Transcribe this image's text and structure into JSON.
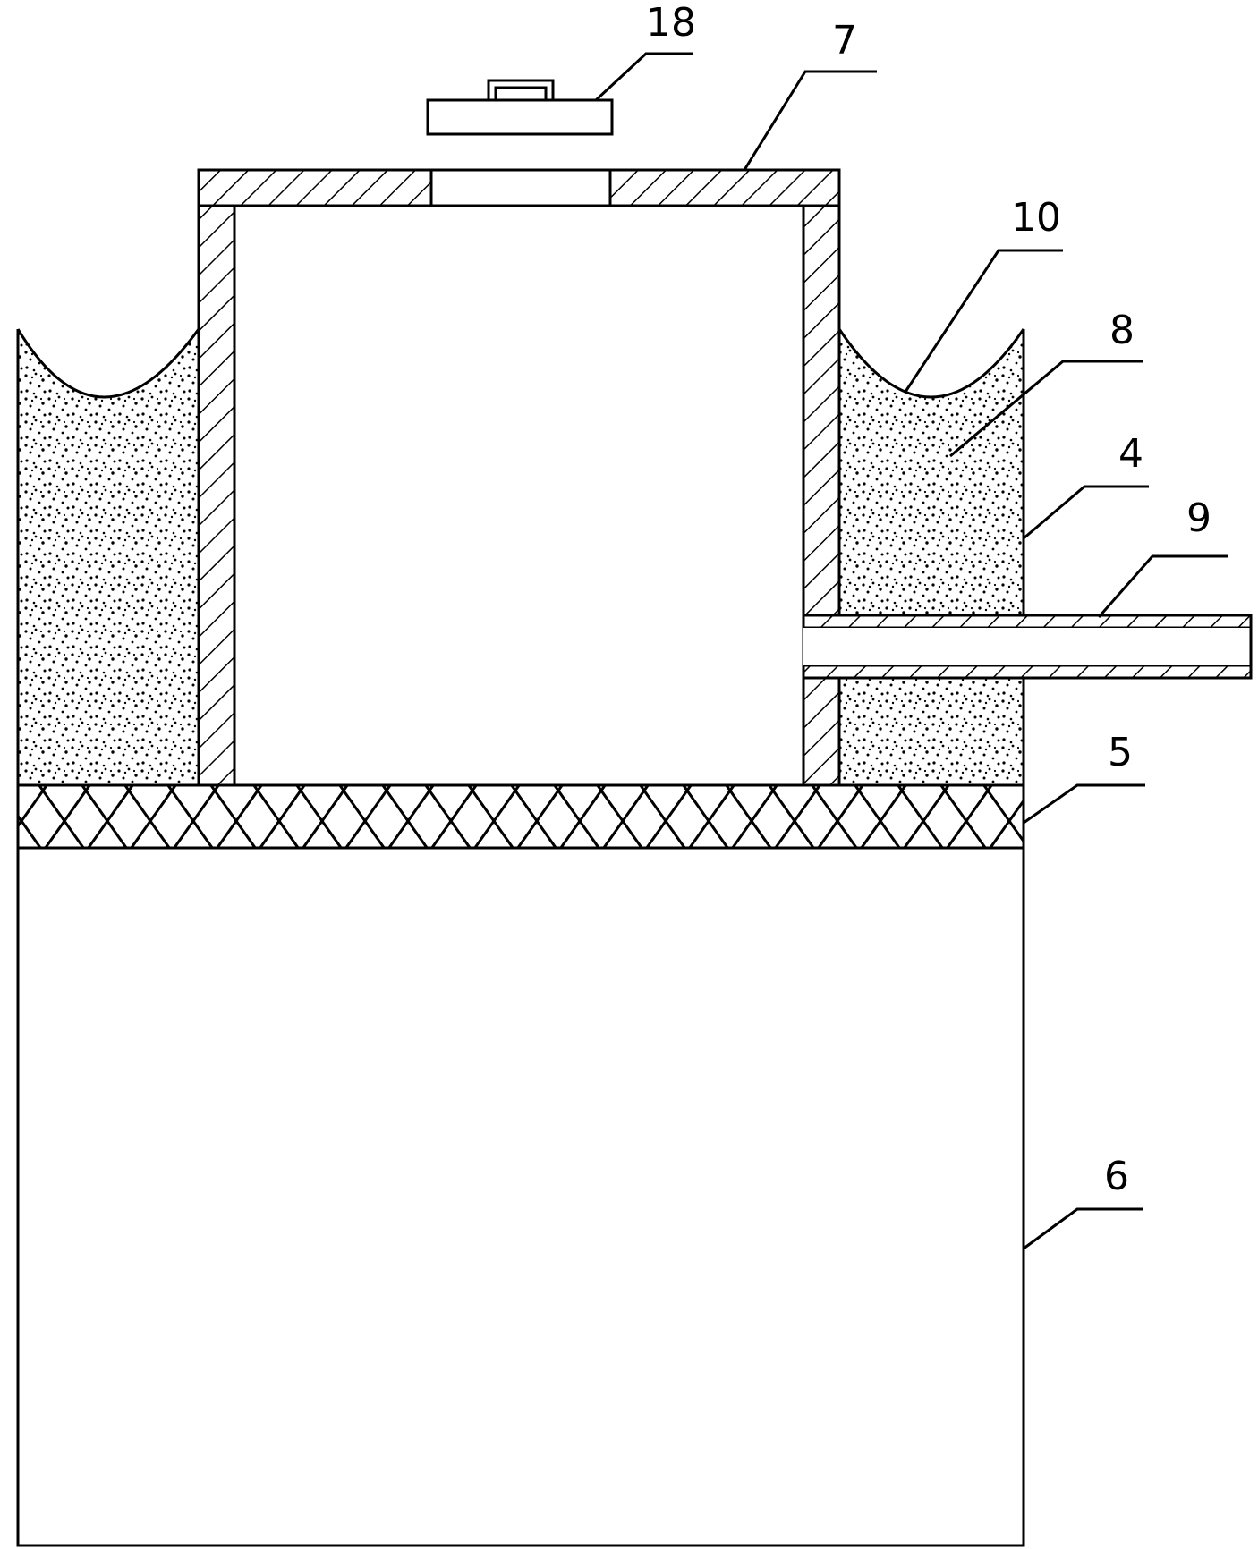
{
  "labels": {
    "l18": "18",
    "l7": "7",
    "l10": "10",
    "l8": "8",
    "l4": "4",
    "l9": "9",
    "l5": "5",
    "l6": "6"
  },
  "colors": {
    "line": "#000000",
    "background": "#ffffff"
  }
}
